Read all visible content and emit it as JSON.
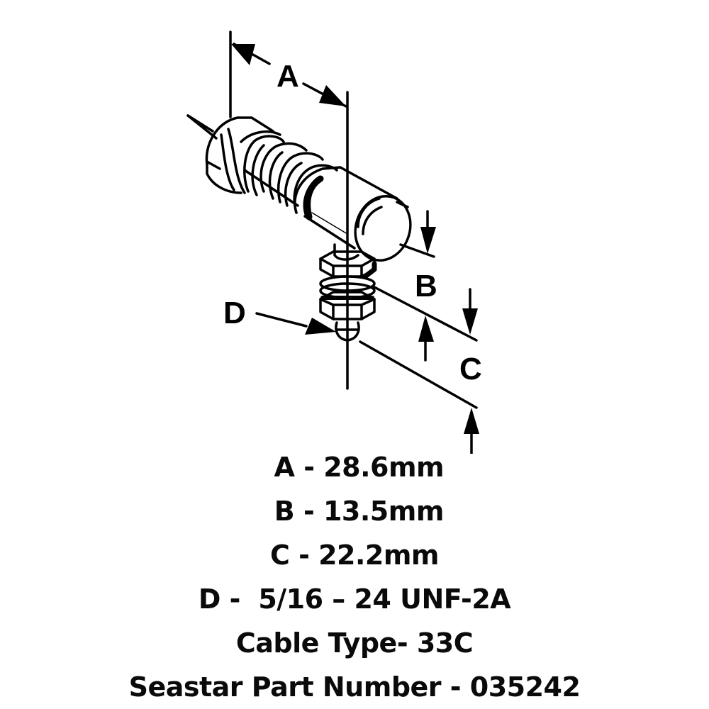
{
  "diagram": {
    "subject": "ball-joint cable end fitting",
    "callouts": {
      "a": "A",
      "b": "B",
      "c": "C",
      "d": "D"
    }
  },
  "specs": [
    " A - 28.6mm",
    " B - 13.5mm",
    "C - 22.2mm",
    "D -  5/16 – 24 UNF-2A",
    "Cable Type- 33C",
    "Seastar Part Number - 035242"
  ],
  "colors": {
    "ink": "#000000",
    "background": "#ffffff"
  }
}
